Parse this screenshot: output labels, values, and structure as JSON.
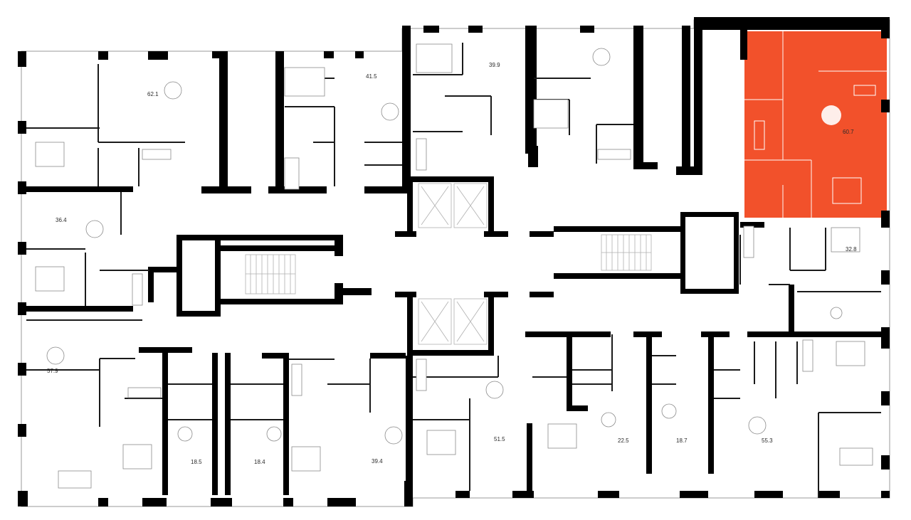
{
  "plan": {
    "highlight_color": "#f2512b",
    "wall_color": "#000000",
    "background_color": "#ffffff",
    "apartments": [
      {
        "id": "apt-62-1",
        "area": "62.1",
        "highlighted": false
      },
      {
        "id": "apt-41-5",
        "area": "41.5",
        "highlighted": false
      },
      {
        "id": "apt-39-9",
        "area": "39.9",
        "highlighted": false
      },
      {
        "id": "apt-60-7",
        "area": "60.7",
        "highlighted": true
      },
      {
        "id": "apt-36-4",
        "area": "36.4",
        "highlighted": false
      },
      {
        "id": "apt-32-8",
        "area": "32.8",
        "highlighted": false
      },
      {
        "id": "apt-57-9",
        "area": "57.9",
        "highlighted": false
      },
      {
        "id": "apt-18-5",
        "area": "18.5",
        "highlighted": false
      },
      {
        "id": "apt-18-4",
        "area": "18.4",
        "highlighted": false
      },
      {
        "id": "apt-39-4",
        "area": "39.4",
        "highlighted": false
      },
      {
        "id": "apt-51-5",
        "area": "51.5",
        "highlighted": false
      },
      {
        "id": "apt-22-5",
        "area": "22.5",
        "highlighted": false
      },
      {
        "id": "apt-18-7",
        "area": "18.7",
        "highlighted": false
      },
      {
        "id": "apt-55-3",
        "area": "55.3",
        "highlighted": false
      }
    ]
  }
}
